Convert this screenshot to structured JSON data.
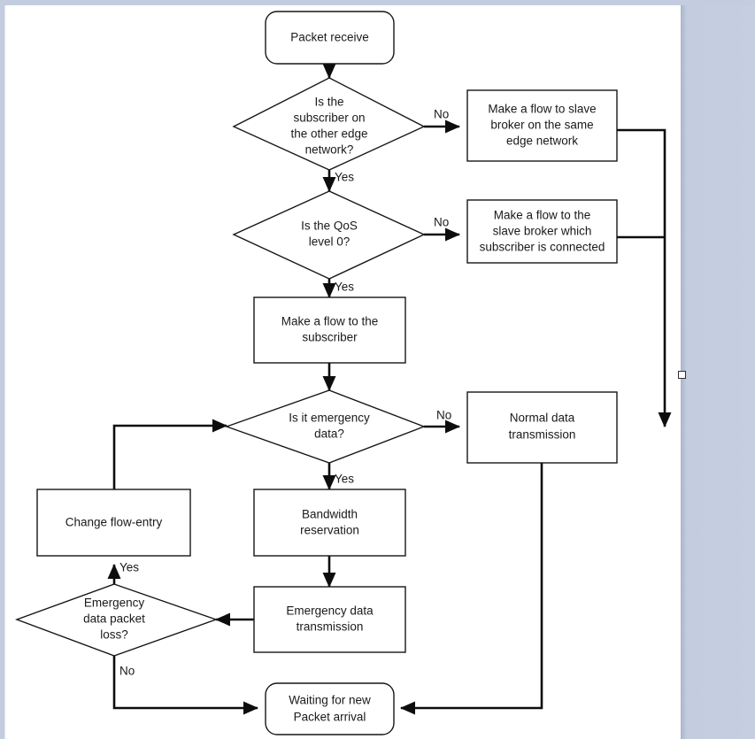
{
  "document": {
    "title": "Packet handling flowchart",
    "canvas_color": "#ffffff",
    "background_color": "#c3cddf",
    "stroke_color": "#161616",
    "text_color": "#1a1a1a"
  },
  "chart_data": {
    "type": "diagram",
    "diagram_kind": "flowchart",
    "nodes": [
      {
        "id": "packet-receive",
        "shape": "terminator",
        "label": "Packet receive"
      },
      {
        "id": "subscriber-edge",
        "shape": "decision",
        "label": "Is the subscriber on the other edge network?"
      },
      {
        "id": "flow-slave-same",
        "shape": "process",
        "label": "Make a flow to slave broker on the same edge network"
      },
      {
        "id": "qos-level",
        "shape": "decision",
        "label": "Is the QoS level 0?"
      },
      {
        "id": "flow-slave-conn",
        "shape": "process",
        "label": "Make a flow to the slave broker which subscriber is connected"
      },
      {
        "id": "flow-subscriber",
        "shape": "process",
        "label": "Make a flow to the subscriber"
      },
      {
        "id": "emergency-data",
        "shape": "decision",
        "label": "Is it emergency data?"
      },
      {
        "id": "normal-transmission",
        "shape": "process",
        "label": "Normal data transmission"
      },
      {
        "id": "bandwidth-reserve",
        "shape": "process",
        "label": "Bandwidth reservation"
      },
      {
        "id": "change-flow-entry",
        "shape": "process",
        "label": "Change flow-entry"
      },
      {
        "id": "emergency-transmit",
        "shape": "process",
        "label": "Emergency data transmission"
      },
      {
        "id": "packet-loss",
        "shape": "decision",
        "label": "Emergency data packet loss?"
      },
      {
        "id": "waiting-packet",
        "shape": "terminator",
        "label": "Waiting for new Packet arrival"
      }
    ],
    "edges": [
      {
        "from": "packet-receive",
        "to": "subscriber-edge",
        "label": ""
      },
      {
        "from": "subscriber-edge",
        "to": "flow-slave-same",
        "label": "No"
      },
      {
        "from": "subscriber-edge",
        "to": "qos-level",
        "label": "Yes"
      },
      {
        "from": "qos-level",
        "to": "flow-slave-conn",
        "label": "No"
      },
      {
        "from": "qos-level",
        "to": "flow-subscriber",
        "label": "Yes"
      },
      {
        "from": "flow-subscriber",
        "to": "emergency-data",
        "label": ""
      },
      {
        "from": "flow-slave-same",
        "to": "normal-transmission",
        "label": ""
      },
      {
        "from": "flow-slave-conn",
        "to": "normal-transmission",
        "label": ""
      },
      {
        "from": "emergency-data",
        "to": "normal-transmission",
        "label": "No"
      },
      {
        "from": "emergency-data",
        "to": "bandwidth-reserve",
        "label": "Yes"
      },
      {
        "from": "bandwidth-reserve",
        "to": "emergency-transmit",
        "label": ""
      },
      {
        "from": "emergency-transmit",
        "to": "packet-loss",
        "label": ""
      },
      {
        "from": "packet-loss",
        "to": "change-flow-entry",
        "label": "Yes"
      },
      {
        "from": "change-flow-entry",
        "to": "emergency-data",
        "label": ""
      },
      {
        "from": "packet-loss",
        "to": "waiting-packet",
        "label": "No"
      },
      {
        "from": "normal-transmission",
        "to": "waiting-packet",
        "label": ""
      }
    ],
    "labels": {
      "packet_receive": "Packet receive",
      "subscriber_edge_l1": "Is the",
      "subscriber_edge_l2": "subscriber on",
      "subscriber_edge_l3": "the other edge",
      "subscriber_edge_l4": "network?",
      "flow_slave_same_l1": "Make a flow to slave",
      "flow_slave_same_l2": "broker on the same",
      "flow_slave_same_l3": "edge network",
      "qos_l1": "Is the QoS",
      "qos_l2": "level 0?",
      "flow_slave_conn_l1": "Make a flow to the",
      "flow_slave_conn_l2": "slave broker which",
      "flow_slave_conn_l3": "subscriber is connected",
      "flow_subscriber_l1": "Make a flow to the",
      "flow_subscriber_l2": "subscriber",
      "emergency_data_l1": "Is it emergency",
      "emergency_data_l2": "data?",
      "normal_transmission_l1": "Normal data",
      "normal_transmission_l2": "transmission",
      "bandwidth_l1": "Bandwidth",
      "bandwidth_l2": "reservation",
      "change_flow_entry": "Change flow-entry",
      "emergency_transmit_l1": "Emergency data",
      "emergency_transmit_l2": "transmission",
      "packet_loss_l1": "Emergency",
      "packet_loss_l2": "data packet",
      "packet_loss_l3": "loss?",
      "waiting_l1": "Waiting for new",
      "waiting_l2": "Packet arrival",
      "edge_no_1": "No",
      "edge_yes_1": "Yes",
      "edge_no_2": "No",
      "edge_yes_2": "Yes",
      "edge_no_3": "No",
      "edge_yes_3": "Yes",
      "edge_yes_4": "Yes",
      "edge_no_4": "No"
    }
  }
}
